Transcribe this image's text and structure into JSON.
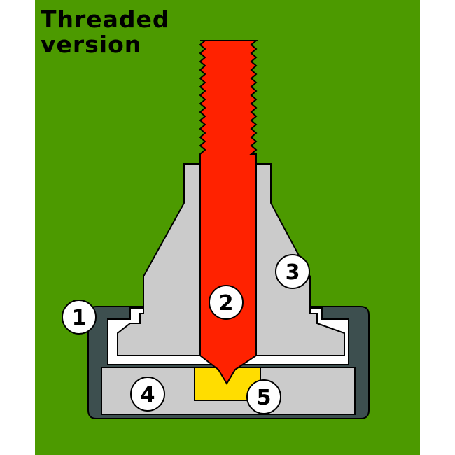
{
  "title": {
    "line1": "Threaded",
    "line2": "version"
  },
  "callouts": [
    {
      "label": "1"
    },
    {
      "label": "2"
    },
    {
      "label": "3"
    },
    {
      "label": "4"
    },
    {
      "label": "5"
    }
  ],
  "colors": {
    "background": "#4c9a00",
    "stem": "#ff2200",
    "seat_insert": "#ffdd00",
    "body_gray": "#cbcbcb",
    "housing_dark": "#3d4f4f",
    "outline": "#000000",
    "callout_fill": "#ffffff"
  }
}
